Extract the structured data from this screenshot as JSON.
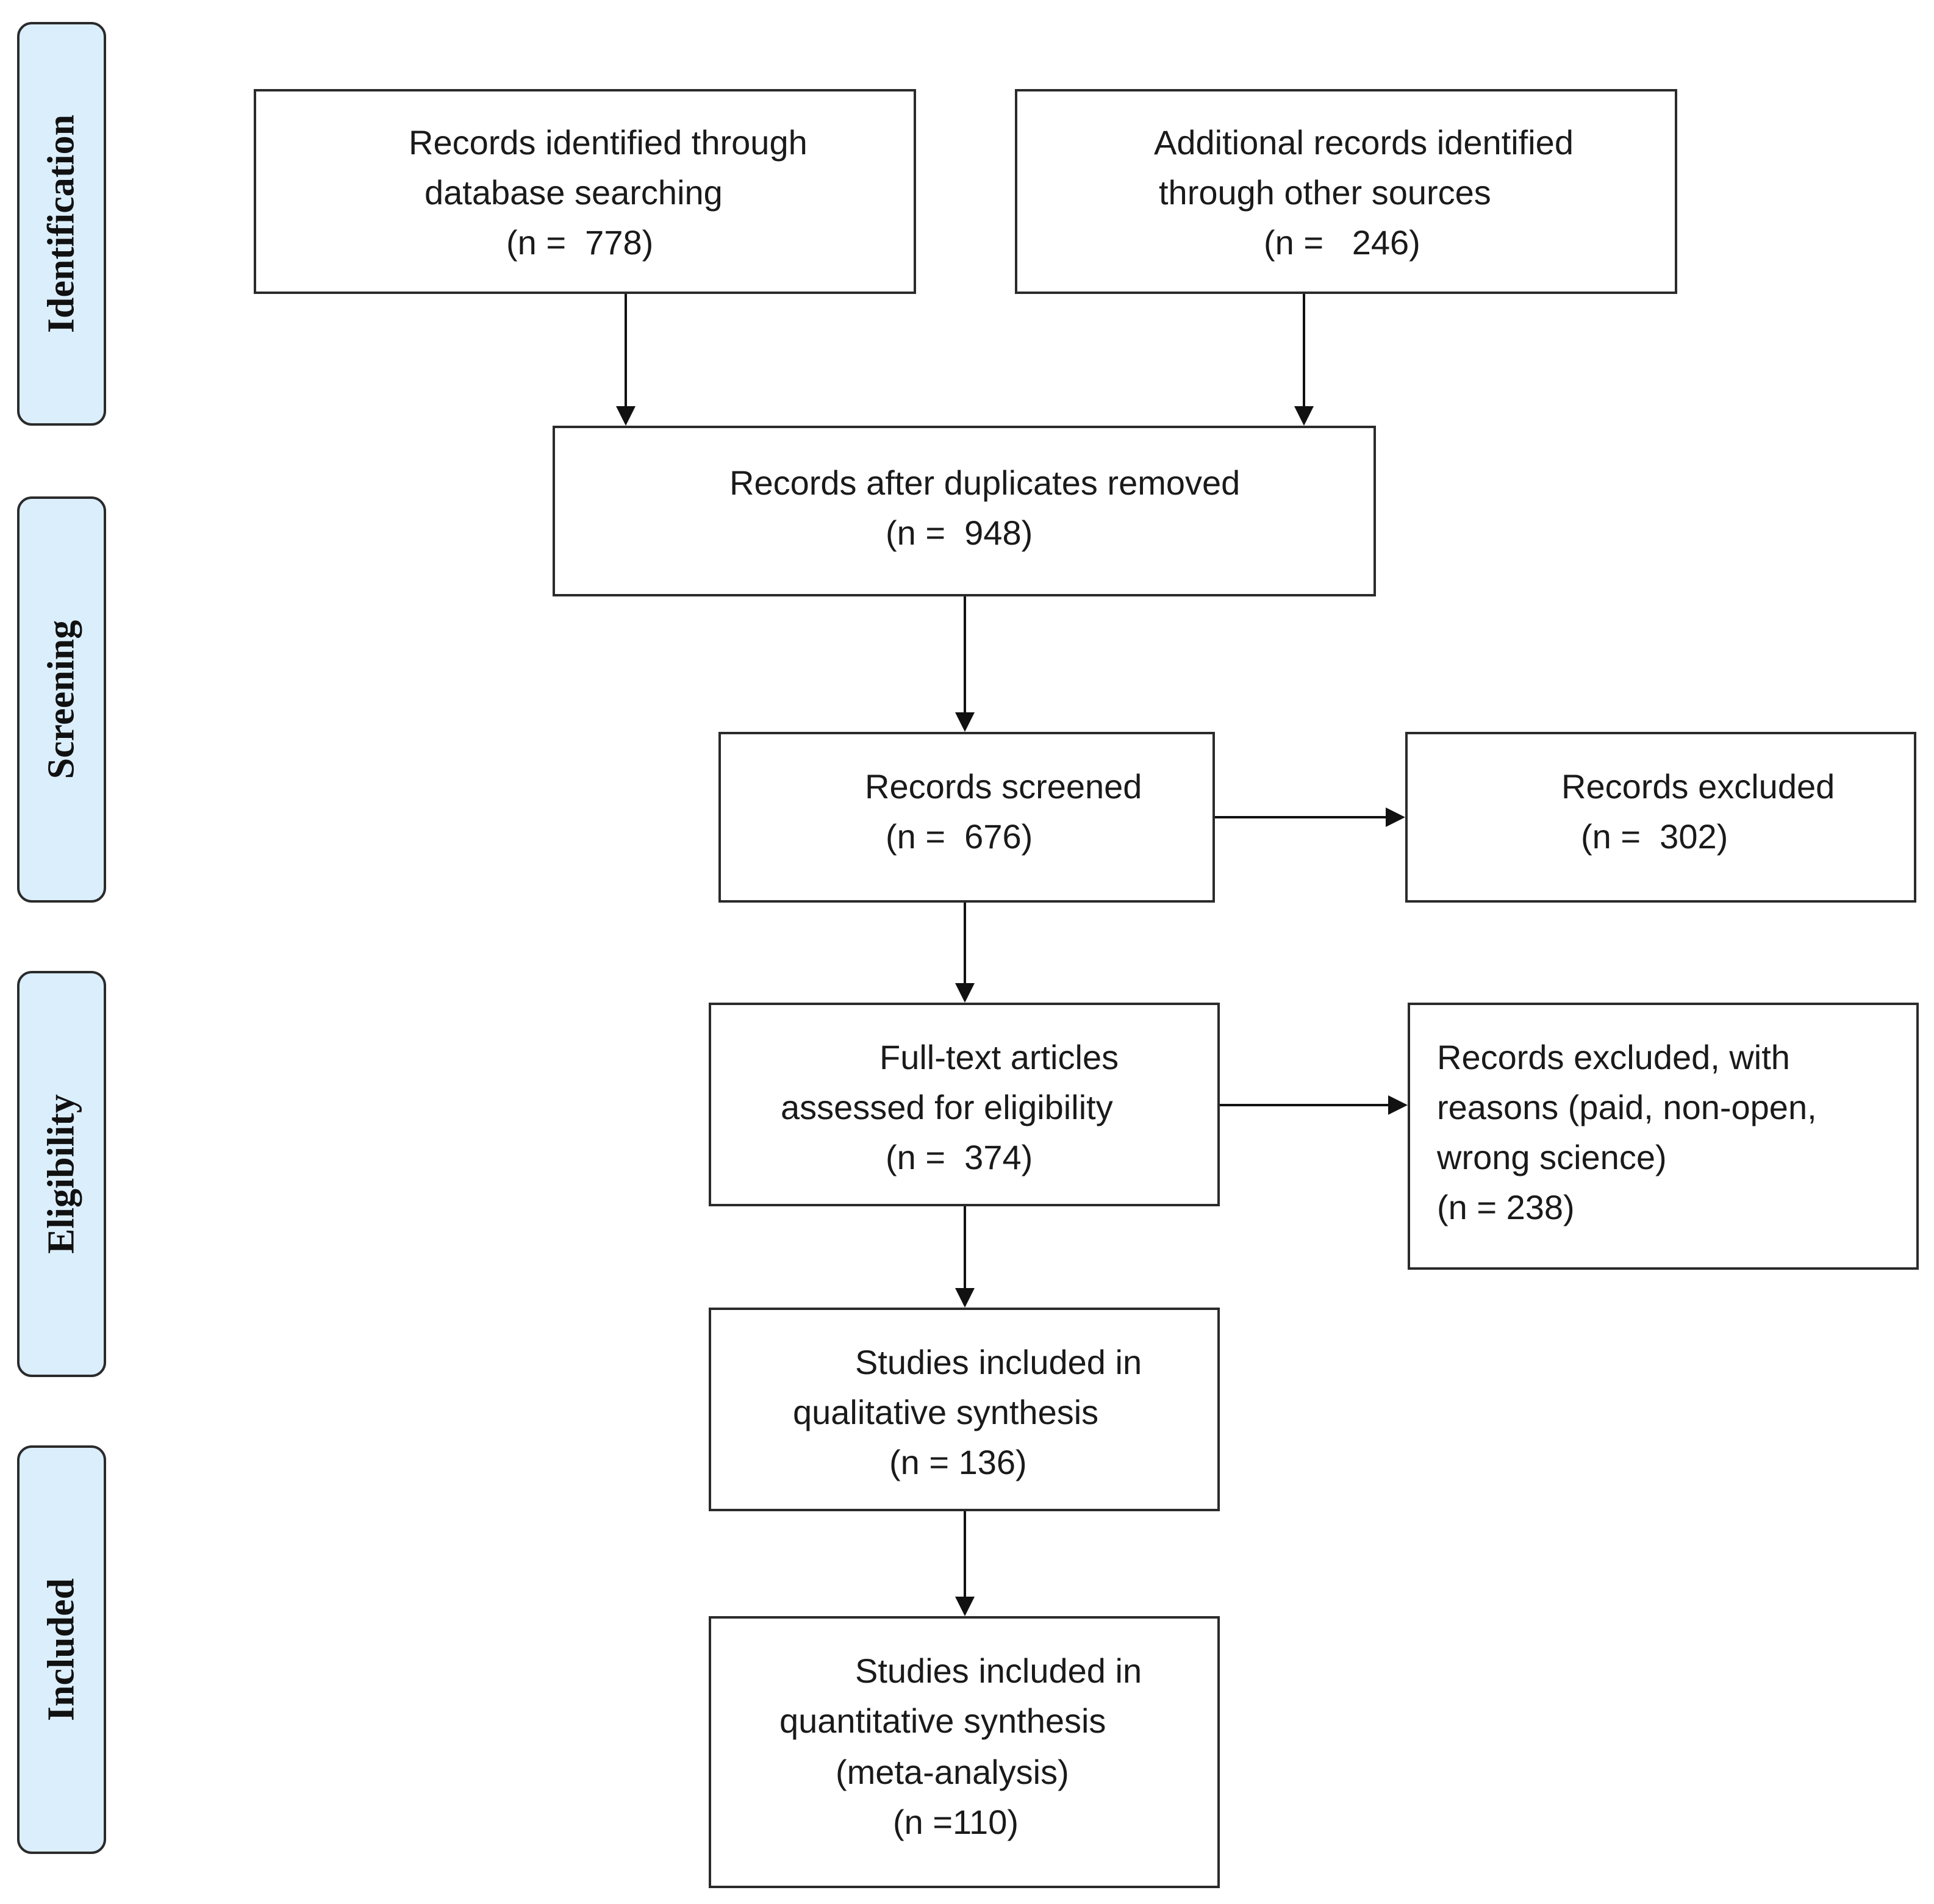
{
  "phases": {
    "identification": "Identification",
    "screening": "Screening",
    "eligibility": "Eligibility",
    "included": "Included"
  },
  "boxes": {
    "database": {
      "line1": "Records identified through",
      "line2": "database searching",
      "count": "(n =  778)"
    },
    "other_sources": {
      "line1": "Additional records identified",
      "line2": "through other sources",
      "count": "(n =   246)"
    },
    "duplicates_removed": {
      "line1": "Records after duplicates removed",
      "count": "(n =  948)"
    },
    "screened": {
      "line1": "Records screened",
      "count": "(n =  676)"
    },
    "excluded": {
      "line1": "Records excluded",
      "count": "(n =  302)"
    },
    "fulltext": {
      "line1": "Full-text articles",
      "line2": "assessed for eligibility",
      "count": "(n =  374)"
    },
    "excluded_reasons": {
      "line1": "Records excluded, with",
      "line2": "reasons (paid, non-open,",
      "line3": "wrong science)",
      "count": "(n = 238)"
    },
    "qualitative": {
      "line1": "Studies included in",
      "line2": "qualitative synthesis",
      "count": "(n = 136)"
    },
    "quantitative": {
      "line1": "Studies included in",
      "line2": "quantitative synthesis",
      "line3": "(meta-analysis)",
      "count": "(n =110)"
    }
  }
}
